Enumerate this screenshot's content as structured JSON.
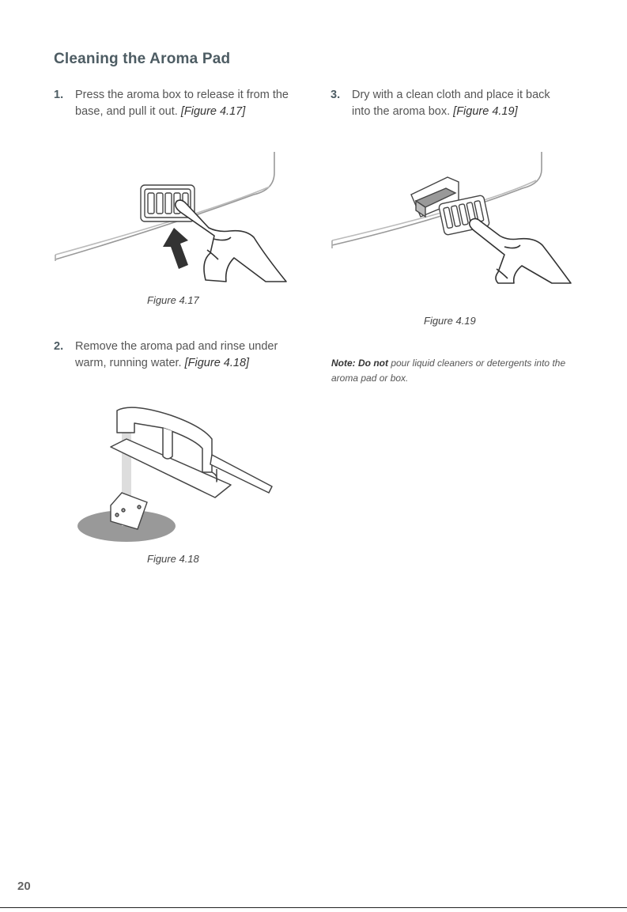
{
  "heading": "Cleaning the Aroma Pad",
  "steps": [
    {
      "num": "1.",
      "text": "Press the aroma box to release it from the base, and pull it out. ",
      "ref_open": "[",
      "ref": "Figure 4.17",
      "ref_close": "]"
    },
    {
      "num": "2.",
      "text": "Remove the aroma pad and rinse under warm, running water. ",
      "ref_open": "[",
      "ref": "Figure 4.18",
      "ref_close": "]"
    },
    {
      "num": "3.",
      "text": "Dry with a clean cloth and place it back into the aroma box. ",
      "ref_open": "[",
      "ref": "Figure 4.19",
      "ref_close": "]"
    }
  ],
  "captions": {
    "fig417": "Figure 4.17",
    "fig418": "Figure 4.18",
    "fig419": "Figure 4.19"
  },
  "note": {
    "label": "Note: Do not",
    "text": " pour liquid cleaners or detergents into the aroma pad or box."
  },
  "page_number": "20"
}
